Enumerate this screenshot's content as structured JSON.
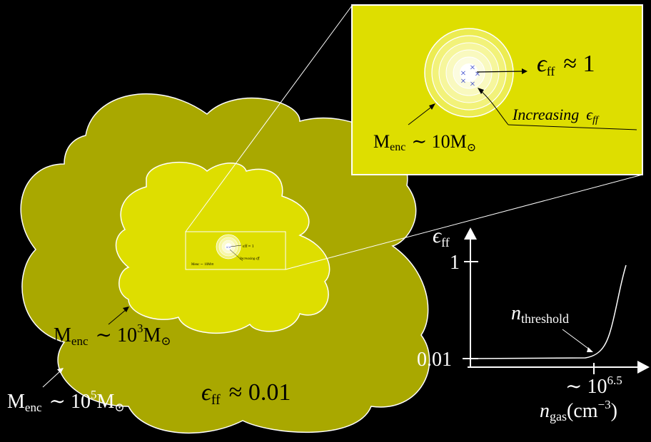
{
  "outer_cloud": {
    "mass_label": {
      "prefix": "M",
      "sub": "enc",
      "approx": "∼ 10",
      "sup": "5",
      "suffix": "M",
      "sun": "⊙"
    },
    "eff_label": {
      "symbol": "ϵ",
      "sub": "ff",
      "value": "≈ 0.01"
    },
    "color": "#a9a800"
  },
  "inner_cloud": {
    "mass_label": {
      "prefix": "M",
      "sub": "enc",
      "approx": "∼ 10",
      "sup": "3",
      "suffix": "M",
      "sun": "⊙"
    },
    "color": "#dede00"
  },
  "zoom_panel": {
    "eff_label": {
      "symbol": "ϵ",
      "sub": "ff",
      "value": "≈ 1"
    },
    "increasing_label": {
      "text": "Increasing",
      "symbol": "ϵ",
      "sub": "ff"
    },
    "mass_label": {
      "prefix": "M",
      "sub": "enc",
      "approx": "∼ 10M",
      "sun": "⊙"
    },
    "star_marker": "×",
    "color": "#dede00",
    "star_color": "#2c3cc8"
  },
  "mini_panel": {
    "eff_label": "ϵff ≈ 1",
    "increasing_label": "Increasing ϵff",
    "mass_label": "Menc ∼ 10M⊙"
  },
  "graph": {
    "y_axis": {
      "symbol": "ϵ",
      "sub": "ff"
    },
    "y_ticks": [
      "1",
      "0.01"
    ],
    "x_tick": {
      "approx": "∼ 10",
      "sup": "6.5"
    },
    "x_axis": {
      "symbol": "n",
      "sub": "gas",
      "unit_open": "(cm",
      "unit_sup": "−3",
      "unit_close": ")"
    },
    "threshold_label": {
      "symbol": "n",
      "sub": "threshold"
    }
  }
}
